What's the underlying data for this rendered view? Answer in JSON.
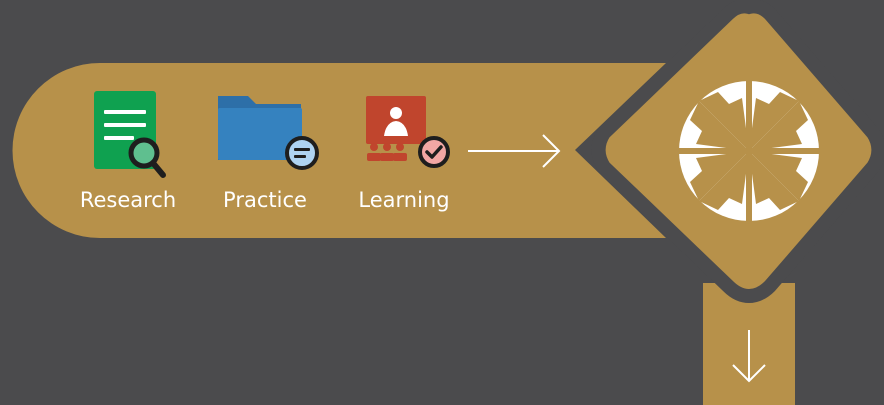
{
  "steps": [
    {
      "label": "Research",
      "icon": "research-document-magnifier-icon",
      "color": "#0fa150"
    },
    {
      "label": "Practice",
      "icon": "practice-folder-chat-icon",
      "color": "#2f78b6"
    },
    {
      "label": "Learning",
      "icon": "learning-presentation-check-icon",
      "color": "#c0452d"
    }
  ],
  "hub_icon": "converging-hands-icon",
  "colors": {
    "background": "#4b4b4d",
    "accent": "#b7914a",
    "text": "#ffffff"
  }
}
